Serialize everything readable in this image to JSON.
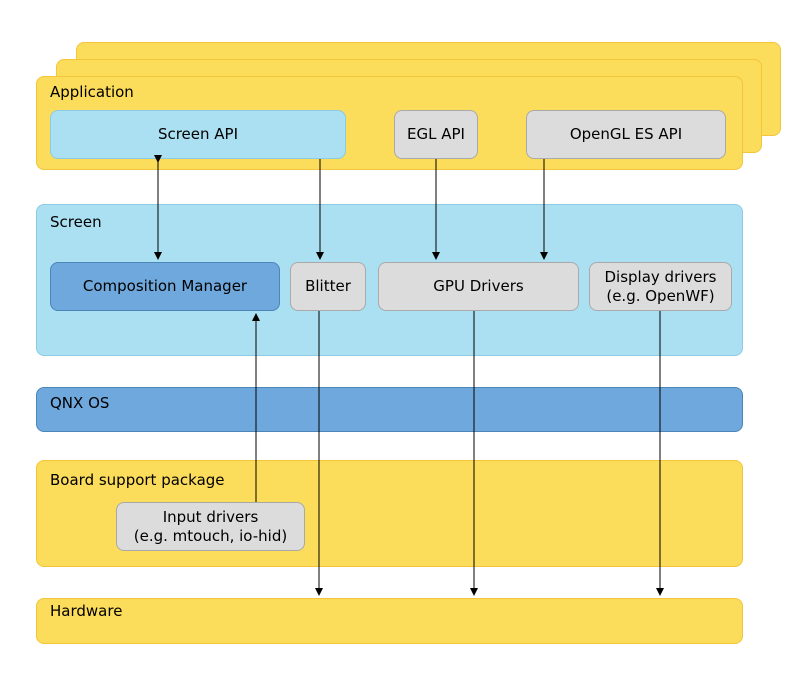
{
  "layers": {
    "application": "Application",
    "screen": "Screen",
    "qnx_os": "QNX OS",
    "bsp": "Board support package",
    "hardware": "Hardware"
  },
  "boxes": {
    "screen_api": "Screen API",
    "egl_api": "EGL API",
    "opengl_es_api": "OpenGL ES API",
    "composition_manager": "Composition Manager",
    "blitter": "Blitter",
    "gpu_drivers": "GPU Drivers",
    "display_drivers": "Display drivers\n(e.g. OpenWF)",
    "input_drivers": "Input drivers\n(e.g. mtouch, io-hid)"
  },
  "colors": {
    "yellow": "#fbdc5b",
    "light_blue": "#abdff2",
    "mid_blue": "#6fa8dc",
    "grey": "#dcdcdc"
  }
}
